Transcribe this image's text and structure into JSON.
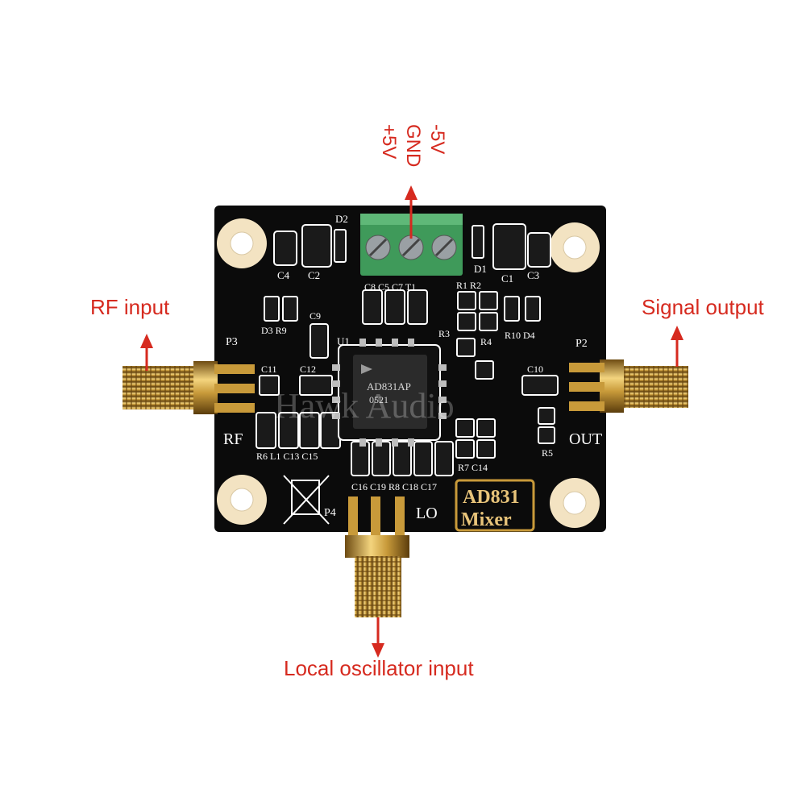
{
  "annotations": {
    "rf_input": "RF input",
    "signal_output": "Signal output",
    "local_oscillator_input": "Local oscillator input",
    "power_pins": [
      "-5V",
      "GND",
      "+5V"
    ]
  },
  "board": {
    "chip_label": "AD831AP",
    "chip_code": "0521",
    "title_line1": "AD831",
    "title_line2": "Mixer",
    "port_rf": "RF",
    "port_out": "OUT",
    "port_lo": "LO",
    "ref_p2": "P2",
    "ref_p3": "P3",
    "ref_p4": "P4",
    "ref_u1": "U1",
    "ref_d1": "D1",
    "ref_d2": "D2",
    "ref_c1": "C1",
    "ref_c2": "C2",
    "ref_c3": "C3",
    "ref_c4": "C4",
    "ref_row1": "C8 C5 C7 T1",
    "ref_r1r2": "R1 R2",
    "ref_d3r9": "D3 R9",
    "ref_c9": "C9",
    "ref_r3": "R3",
    "ref_r4": "R4",
    "ref_r10d4": "R10 D4",
    "ref_c11": "C11",
    "ref_c12": "C12",
    "ref_c10": "C10",
    "ref_r5": "R5",
    "ref_left_bottom": "R6 L1 C13 C15",
    "ref_r7c14": "R7 C14",
    "ref_bottom_row": "C16 C19 R8 C18 C17",
    "watermark": "Hawk Audio"
  },
  "colors": {
    "annotation": "#d62a1f",
    "pcb": "#0b0b0b",
    "silkscreen": "#ffffff",
    "gold": "#c89a3a",
    "terminal": "#3f9a5a"
  }
}
